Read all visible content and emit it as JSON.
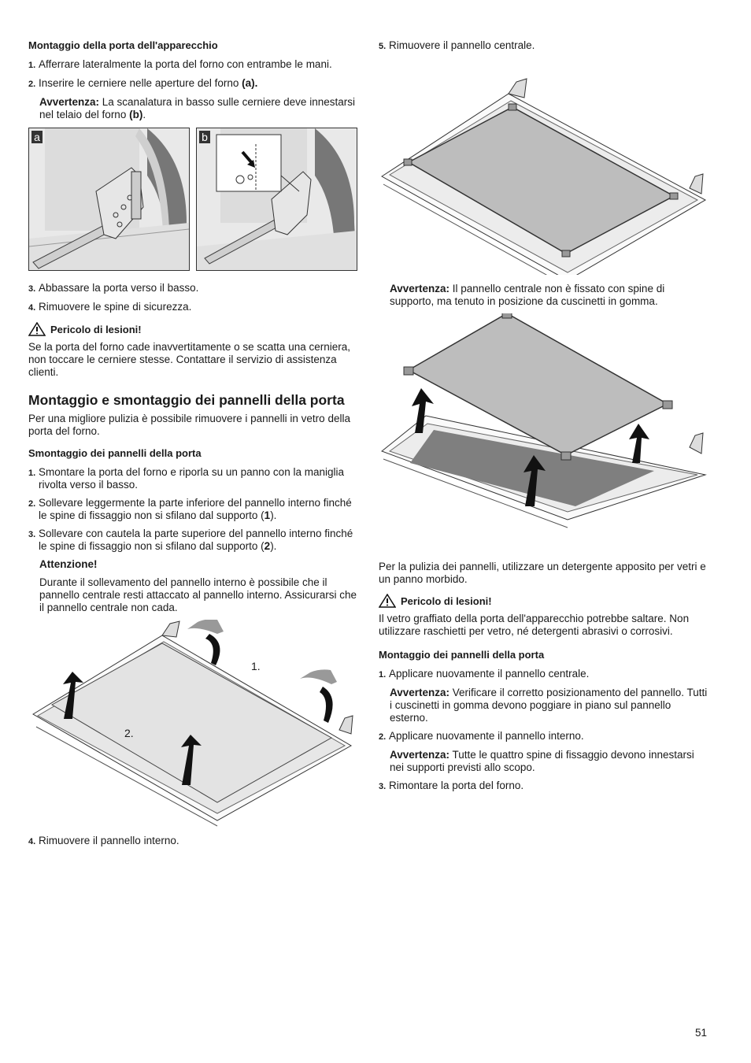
{
  "left": {
    "heading1": "Montaggio della porta dell'apparecchio",
    "s1": {
      "n": "1.",
      "text": "Afferrare lateralmente la porta del forno con entrambe le mani."
    },
    "s2": {
      "n": "2.",
      "text": "Inserire le cerniere nelle aperture del forno ",
      "bold": "(a)."
    },
    "note1": {
      "label": "Avvertenza:",
      "text": " La scanalatura in basso sulle cerniere deve innestarsi nel telaio del forno ",
      "bold": "(b)",
      "end": "."
    },
    "fig_a_label": "a",
    "fig_b_label": "b",
    "s3": {
      "n": "3.",
      "text": "Abbassare la porta verso il basso."
    },
    "s4": {
      "n": "4.",
      "text": "Rimuovere le spine di sicurezza."
    },
    "warn1": "Pericolo di lesioni!",
    "warn1_text": "Se la porta del forno cade inavvertitamente o se scatta una cerniera, non toccare le cerniere stesse. Contattare il servizio di assistenza clienti.",
    "heading2": "Montaggio e smontaggio dei pannelli della porta",
    "intro": "Per una migliore pulizia è possibile rimuovere i pannelli in vetro della porta del forno.",
    "heading3": "Smontaggio dei pannelli della porta",
    "d1": {
      "n": "1.",
      "text": "Smontare la porta del forno e riporla su un panno con la maniglia rivolta verso il basso."
    },
    "d2": {
      "n": "2.",
      "text": "Sollevare leggermente la parte inferiore del pannello interno finché le spine di fissaggio non si sfilano dal supporto (",
      "bold": "1",
      "end": ")."
    },
    "d3": {
      "n": "3.",
      "text": "Sollevare con cautela la parte superiore del pannello interno finché le spine di fissaggio non si sfilano dal supporto (",
      "bold": "2",
      "end": ")."
    },
    "attn": "Attenzione!",
    "attn_text": "Durante il sollevamento del pannello interno è possibile che il pannello centrale resti attaccato al pannello interno. Assicurarsi che il pannello centrale non cada.",
    "fig_num1": "1.",
    "fig_num2": "2.",
    "d4": {
      "n": "4.",
      "text": "Rimuovere il pannello interno."
    }
  },
  "right": {
    "d5": {
      "n": "5.",
      "text": "Rimuovere il pannello centrale."
    },
    "note2": {
      "label": "Avvertenza:",
      "text": " Il pannello centrale non è fissato con spine di supporto, ma tenuto in posizione da cuscinetti in gomma."
    },
    "clean": "Per la pulizia dei pannelli, utilizzare un detergente apposito per vetri e un panno morbido.",
    "warn2": "Pericolo di lesioni!",
    "warn2_text": "Il vetro graffiato della porta dell'apparecchio potrebbe saltare. Non utilizzare raschietti per vetro, né detergenti abrasivi o corrosivi.",
    "heading4": "Montaggio dei pannelli della porta",
    "m1": {
      "n": "1.",
      "text": "Applicare nuovamente il pannello centrale."
    },
    "note3": {
      "label": "Avvertenza:",
      "text": " Verificare il corretto posizionamento del pannello. Tutti i cuscinetti in gomma devono poggiare in piano sul pannello esterno."
    },
    "m2": {
      "n": "2.",
      "text": "Applicare nuovamente il pannello interno."
    },
    "note4": {
      "label": "Avvertenza:",
      "text": " Tutte le quattro spine di fissaggio devono innestarsi nei supporti previsti allo scopo."
    },
    "m3": {
      "n": "3.",
      "text": "Rimontare la porta del forno."
    }
  },
  "page_number": "51"
}
